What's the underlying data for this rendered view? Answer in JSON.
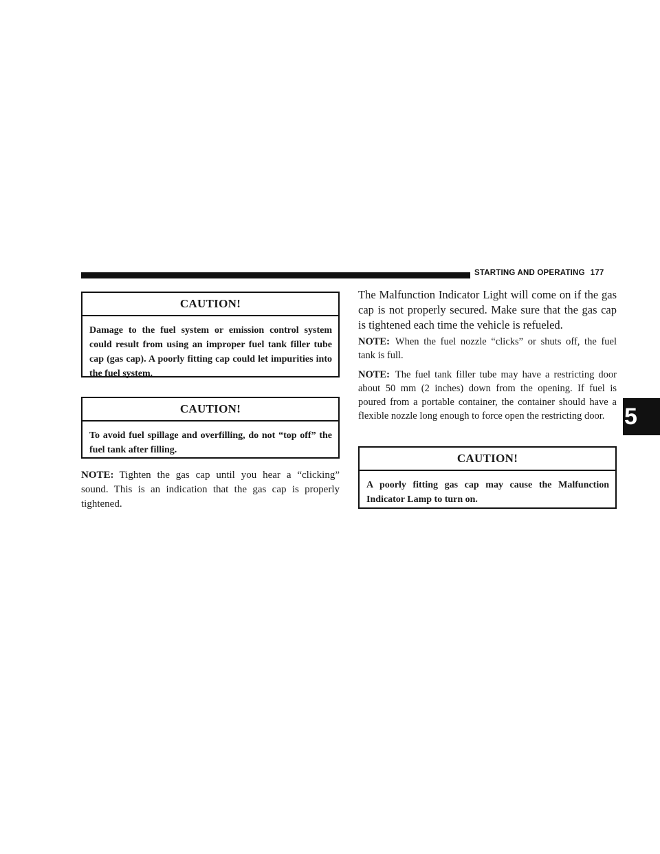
{
  "header": {
    "section_title": "STARTING AND OPERATING",
    "page_number": "177"
  },
  "left_column": {
    "caution_1": {
      "title": "CAUTION!",
      "body": "Damage to the fuel system or emission control system could result from using an improper fuel tank filler tube cap (gas cap). A poorly fitting cap could let impurities into the fuel system."
    },
    "caution_2": {
      "title": "CAUTION!",
      "body": "To avoid fuel spillage and overfilling, do not “top off” the fuel tank after filling."
    },
    "note_1": {
      "label": "NOTE:",
      "text": "Tighten the gas cap until you hear a “clicking” sound. This is an indication that the gas cap is properly tightened."
    }
  },
  "right_column": {
    "malfunction_paragraph": "The Malfunction Indicator Light will come on if the gas cap is not properly secured. Make sure that the gas cap is tightened each time the vehicle is refueled.",
    "note_2": {
      "label": "NOTE:",
      "text": "When the fuel nozzle “clicks” or shuts off, the fuel tank is full."
    },
    "note_3": {
      "label": "NOTE:",
      "text": "The fuel tank filler tube may have a restricting door about 50 mm (2 inches) down from the opening. If fuel is poured from a portable container, the container should have a flexible nozzle long enough to force open the restricting door."
    },
    "caution_3": {
      "title": "CAUTION!",
      "body": "A poorly fitting gas cap may cause the Malfunction Indicator Lamp to turn on."
    }
  },
  "chapter_tab": {
    "number": "5"
  }
}
